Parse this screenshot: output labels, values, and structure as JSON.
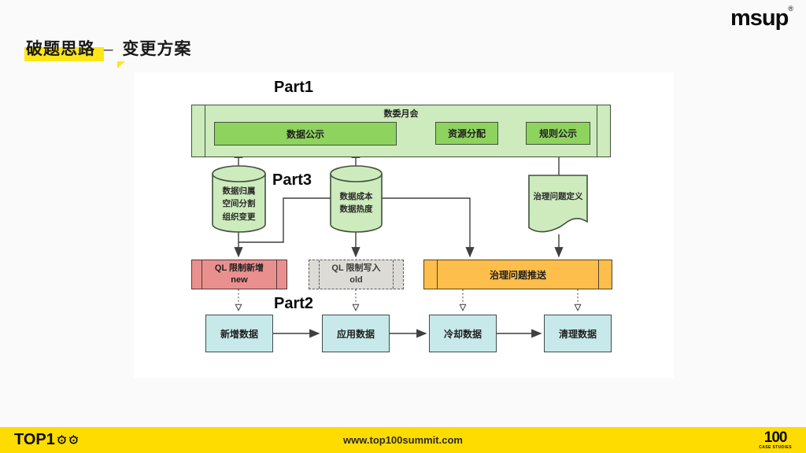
{
  "header": {
    "title_highlight": "破题思路",
    "title_dash": "–",
    "title_rest": "变更方案",
    "logo_text": "msup",
    "logo_reg": "®"
  },
  "diagram": {
    "part_labels": {
      "part1": "Part1",
      "part2": "Part2",
      "part3": "Part3"
    },
    "committee": {
      "title": "数委月会",
      "data_publish": "数据公示",
      "resource_alloc": "资源分配",
      "rule_publish": "规则公示"
    },
    "cyl_left": [
      "数据归属",
      "空间分割",
      "组织变更"
    ],
    "cyl_mid": [
      "数据成本",
      "数据热度"
    ],
    "doc_label": "治理问题定义",
    "ql_new_line1": "QL 限制新增",
    "ql_new_line2": "new",
    "ql_old_line1": "QL 限制写入",
    "ql_old_line2": "old",
    "push_label": "治理问题推送",
    "flow": [
      "新增数据",
      "应用数据",
      "冷却数据",
      "清理数据"
    ]
  },
  "footer": {
    "top_text": "TOP1",
    "url": "www.top100summit.com",
    "num": "100",
    "sub": "CASE STUDIES"
  },
  "colors": {
    "container_green": "#cdebbc",
    "box_green": "#8fd35f",
    "red_box": "#e9908e",
    "gray_box": "#dddbd6",
    "orange_box": "#fdbe4b",
    "cyan_box": "#c8e9e9",
    "footer_yellow": "#ffdc00",
    "title_highlight": "#ffe617",
    "wire": "#3f3f3f"
  }
}
